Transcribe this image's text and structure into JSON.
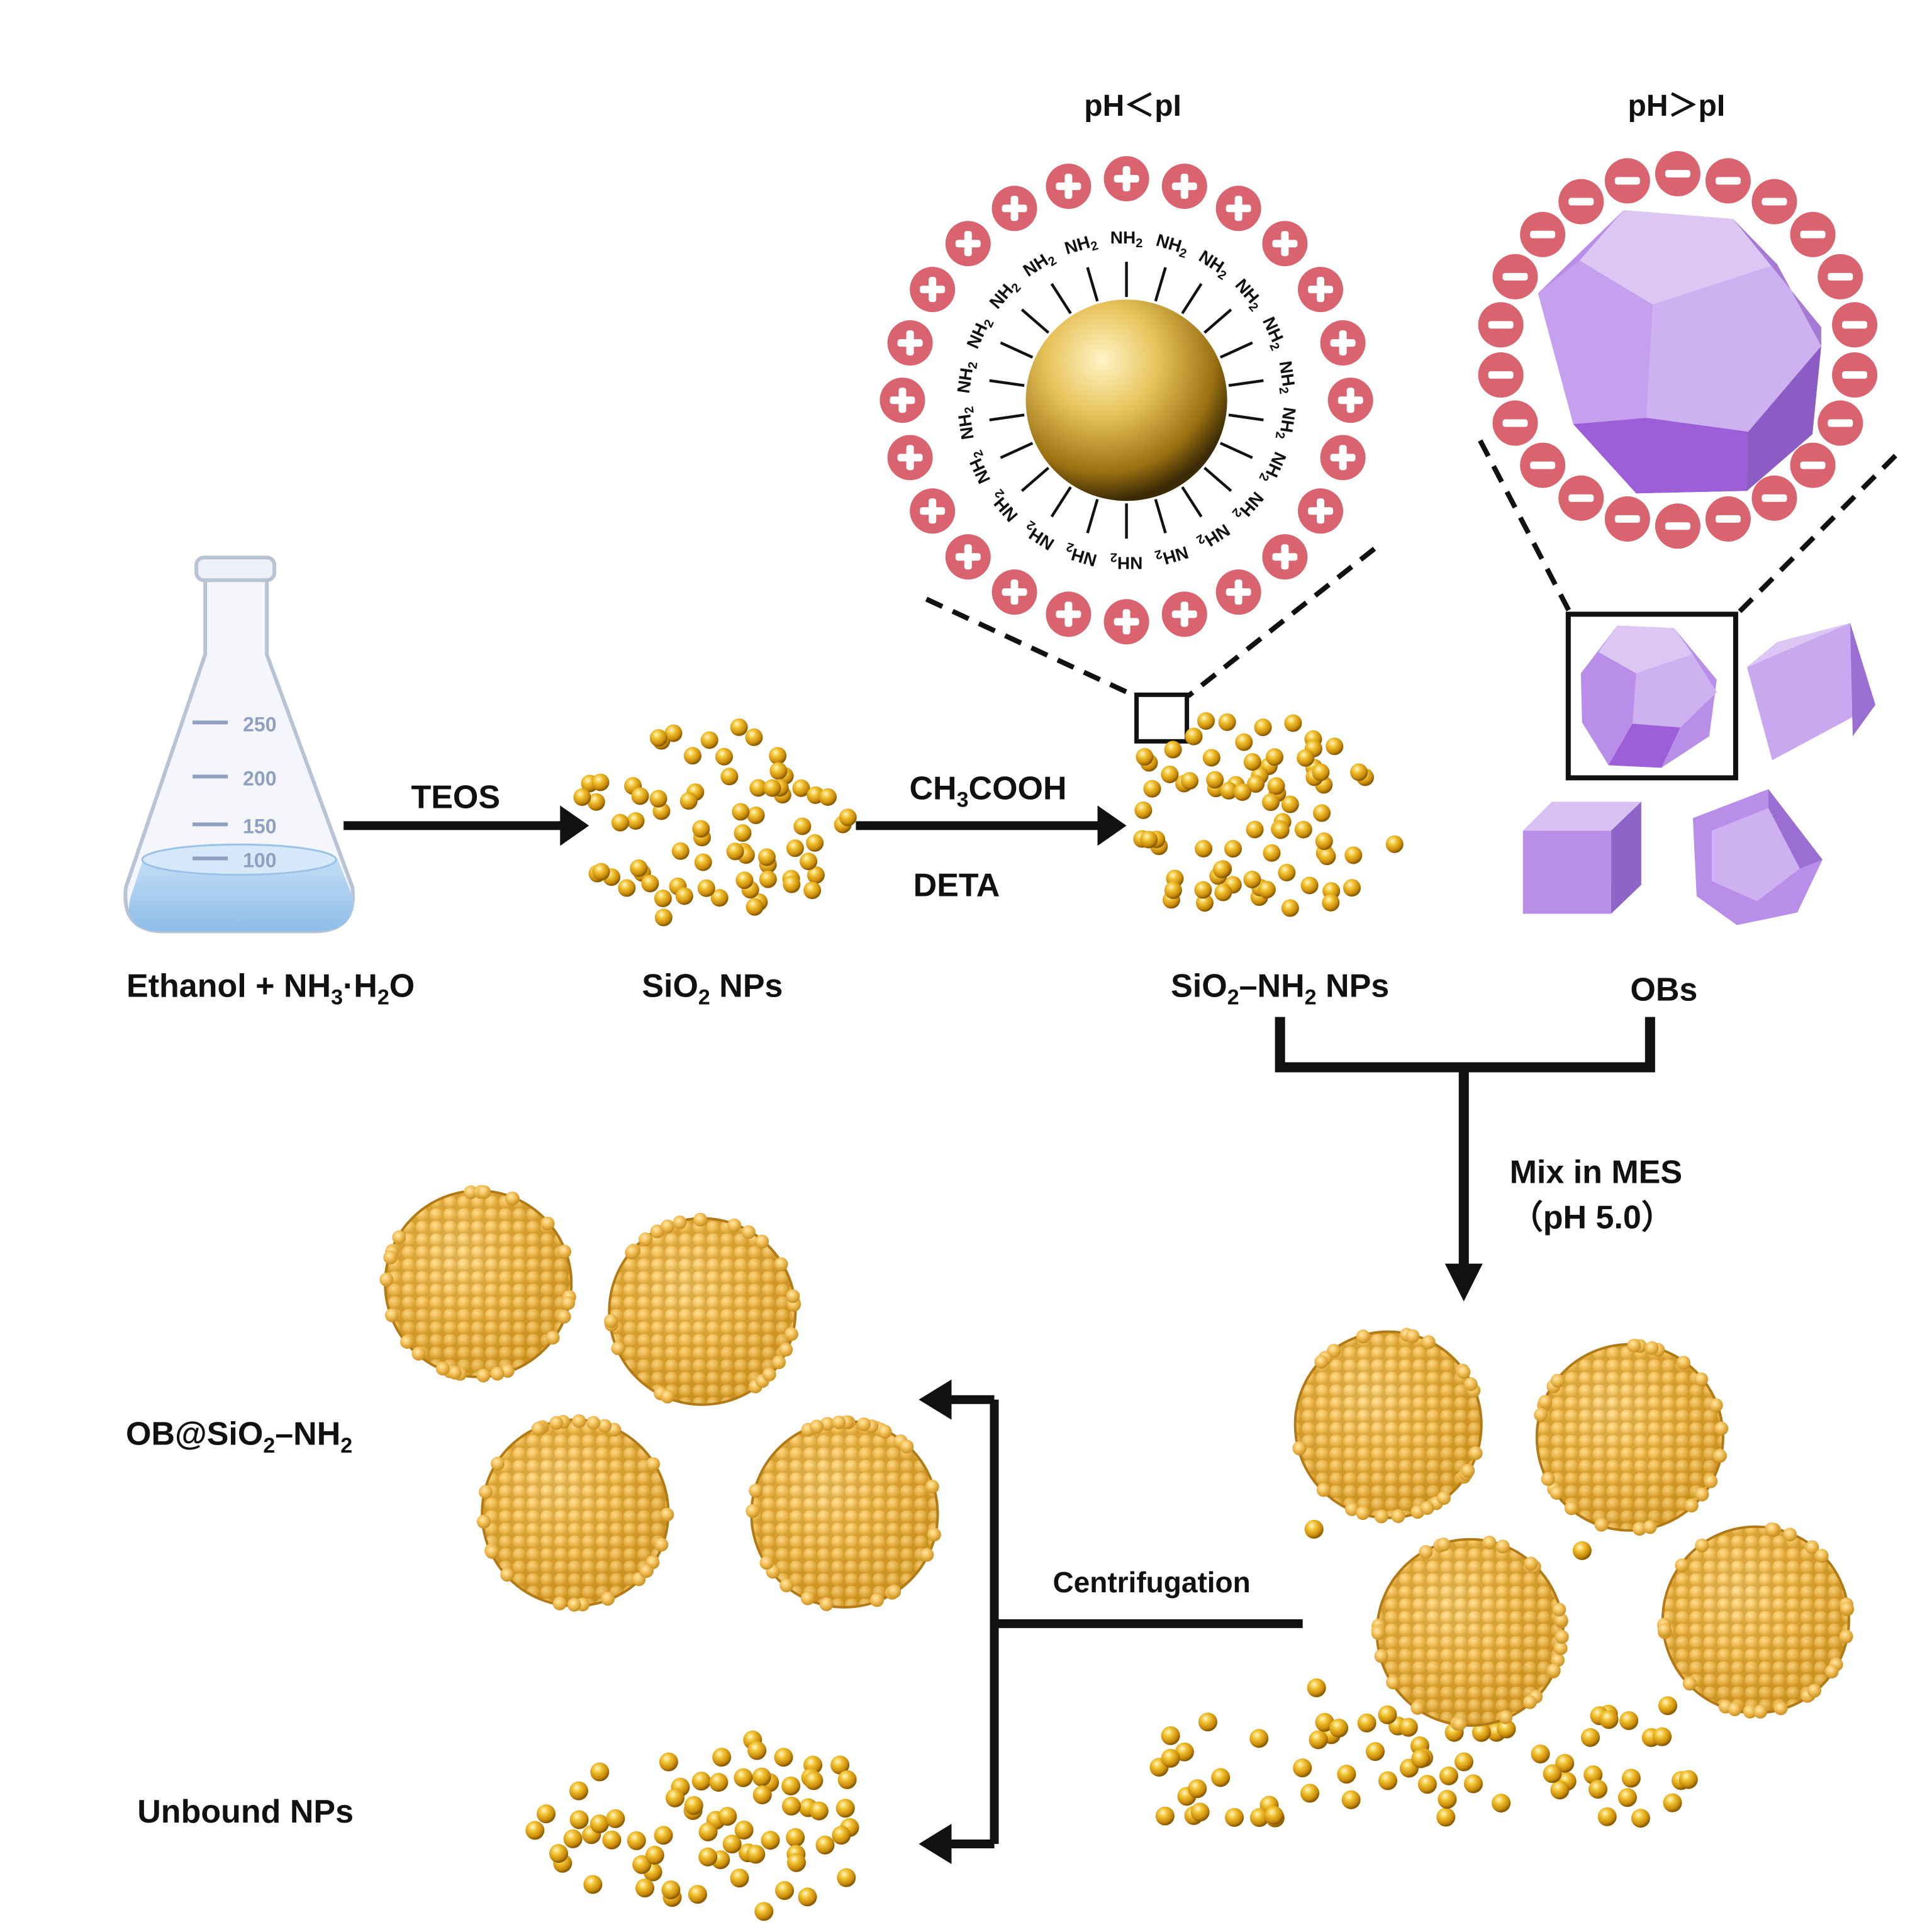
{
  "labels": {
    "ph_low": "pH＜pI",
    "ph_high": "pH＞pI",
    "teos": "TEOS",
    "ch3cooh_pre": "CH",
    "ch3cooh_sub": "3",
    "ch3cooh_post": "COOH",
    "deta": "DETA",
    "flask_reagents_pre": "Ethanol + NH",
    "flask_reagents_sub1": "3",
    "flask_reagents_mid": "·H",
    "flask_reagents_sub2": "2",
    "flask_reagents_post": "O",
    "sio2_pre": "SiO",
    "sio2_sub": "2",
    "sio2_post": " NPs",
    "sio2nh2_pre": "SiO",
    "sio2nh2_sub1": "2",
    "sio2nh2_mid": "–NH",
    "sio2nh2_sub2": "2",
    "sio2nh2_post": " NPs",
    "obs": "OBs",
    "mix_line1": "Mix in MES",
    "mix_line2": "（pH 5.0）",
    "centrifugation": "Centrifugation",
    "ob_sio2_pre": "OB@SiO",
    "ob_sio2_sub1": "2",
    "ob_sio2_mid": "–NH",
    "ob_sio2_sub2": "2",
    "unbound": "Unbound NPs"
  },
  "flask": {
    "ticks": [
      "250",
      "200",
      "150",
      "100"
    ]
  },
  "amine": {
    "group": "NH",
    "sub": "2"
  },
  "charges": {
    "positive": "+",
    "negative": "−"
  },
  "colors": {
    "gold": "#e8b21a",
    "gold_dark": "#8a5c00",
    "charge_pink": "#d9636f",
    "crystal_purple": "#b98ee8",
    "flask_glass": "#b9c3d6",
    "liquid_blue": "#a9cdf0",
    "ink": "#111111"
  }
}
